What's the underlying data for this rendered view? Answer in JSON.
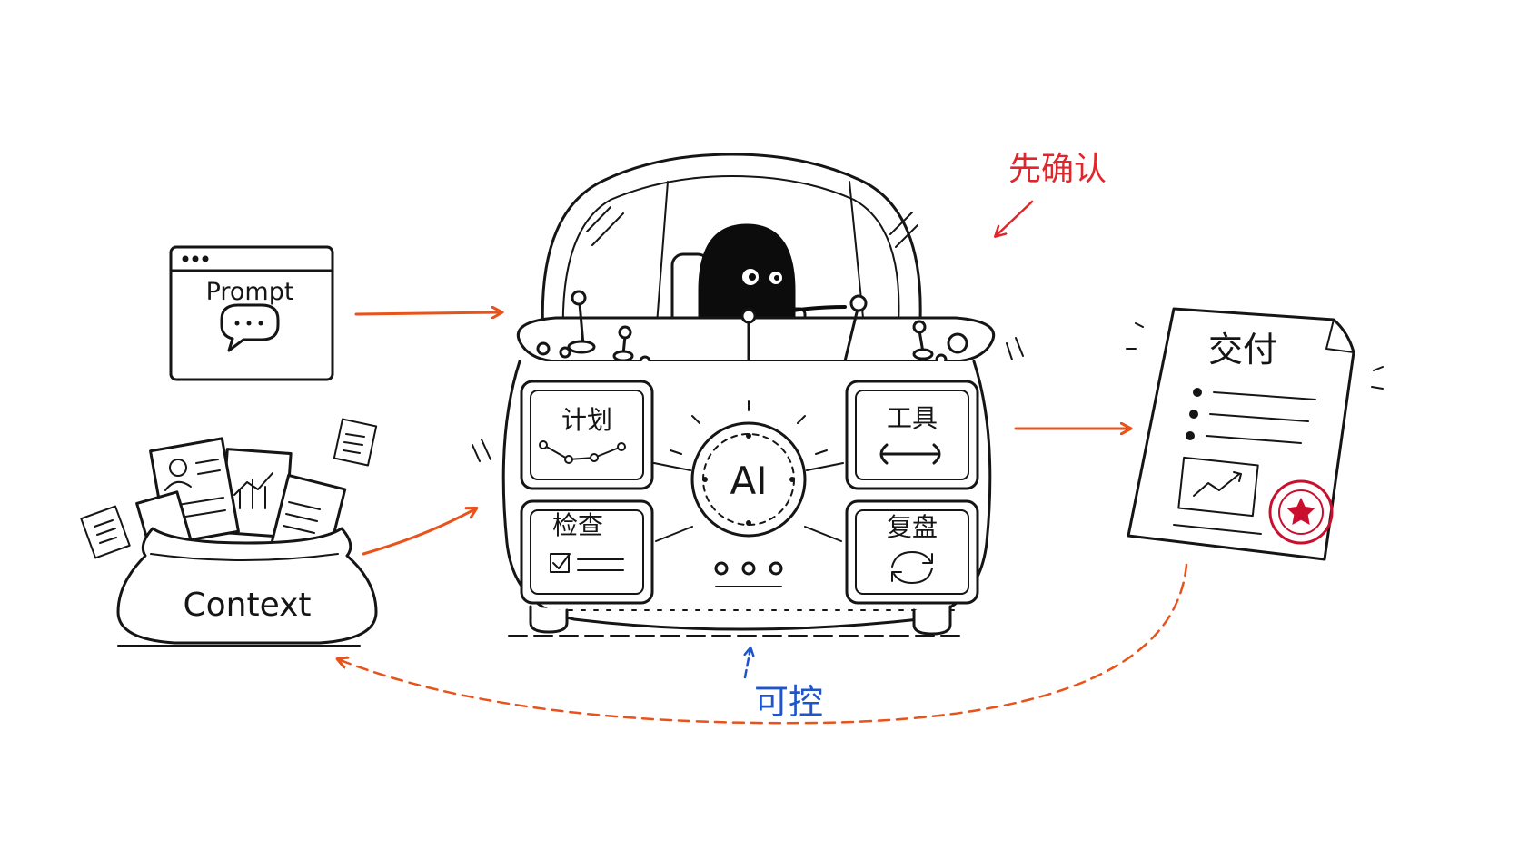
{
  "inputs": {
    "prompt_label": "Prompt",
    "context_label": "Context"
  },
  "console": {
    "center_label": "AI",
    "panels": {
      "plan": "计划",
      "tools": "工具",
      "check": "检查",
      "review": "复盘"
    }
  },
  "output": {
    "delivery_label": "交付"
  },
  "annotations": {
    "confirm_first": "先确认",
    "controllable": "可控"
  },
  "colors": {
    "ink": "#151515",
    "arrow_orange": "#e8521b",
    "note_red": "#e0262a",
    "note_blue": "#1f55c9",
    "stamp_red": "#c8102e"
  }
}
